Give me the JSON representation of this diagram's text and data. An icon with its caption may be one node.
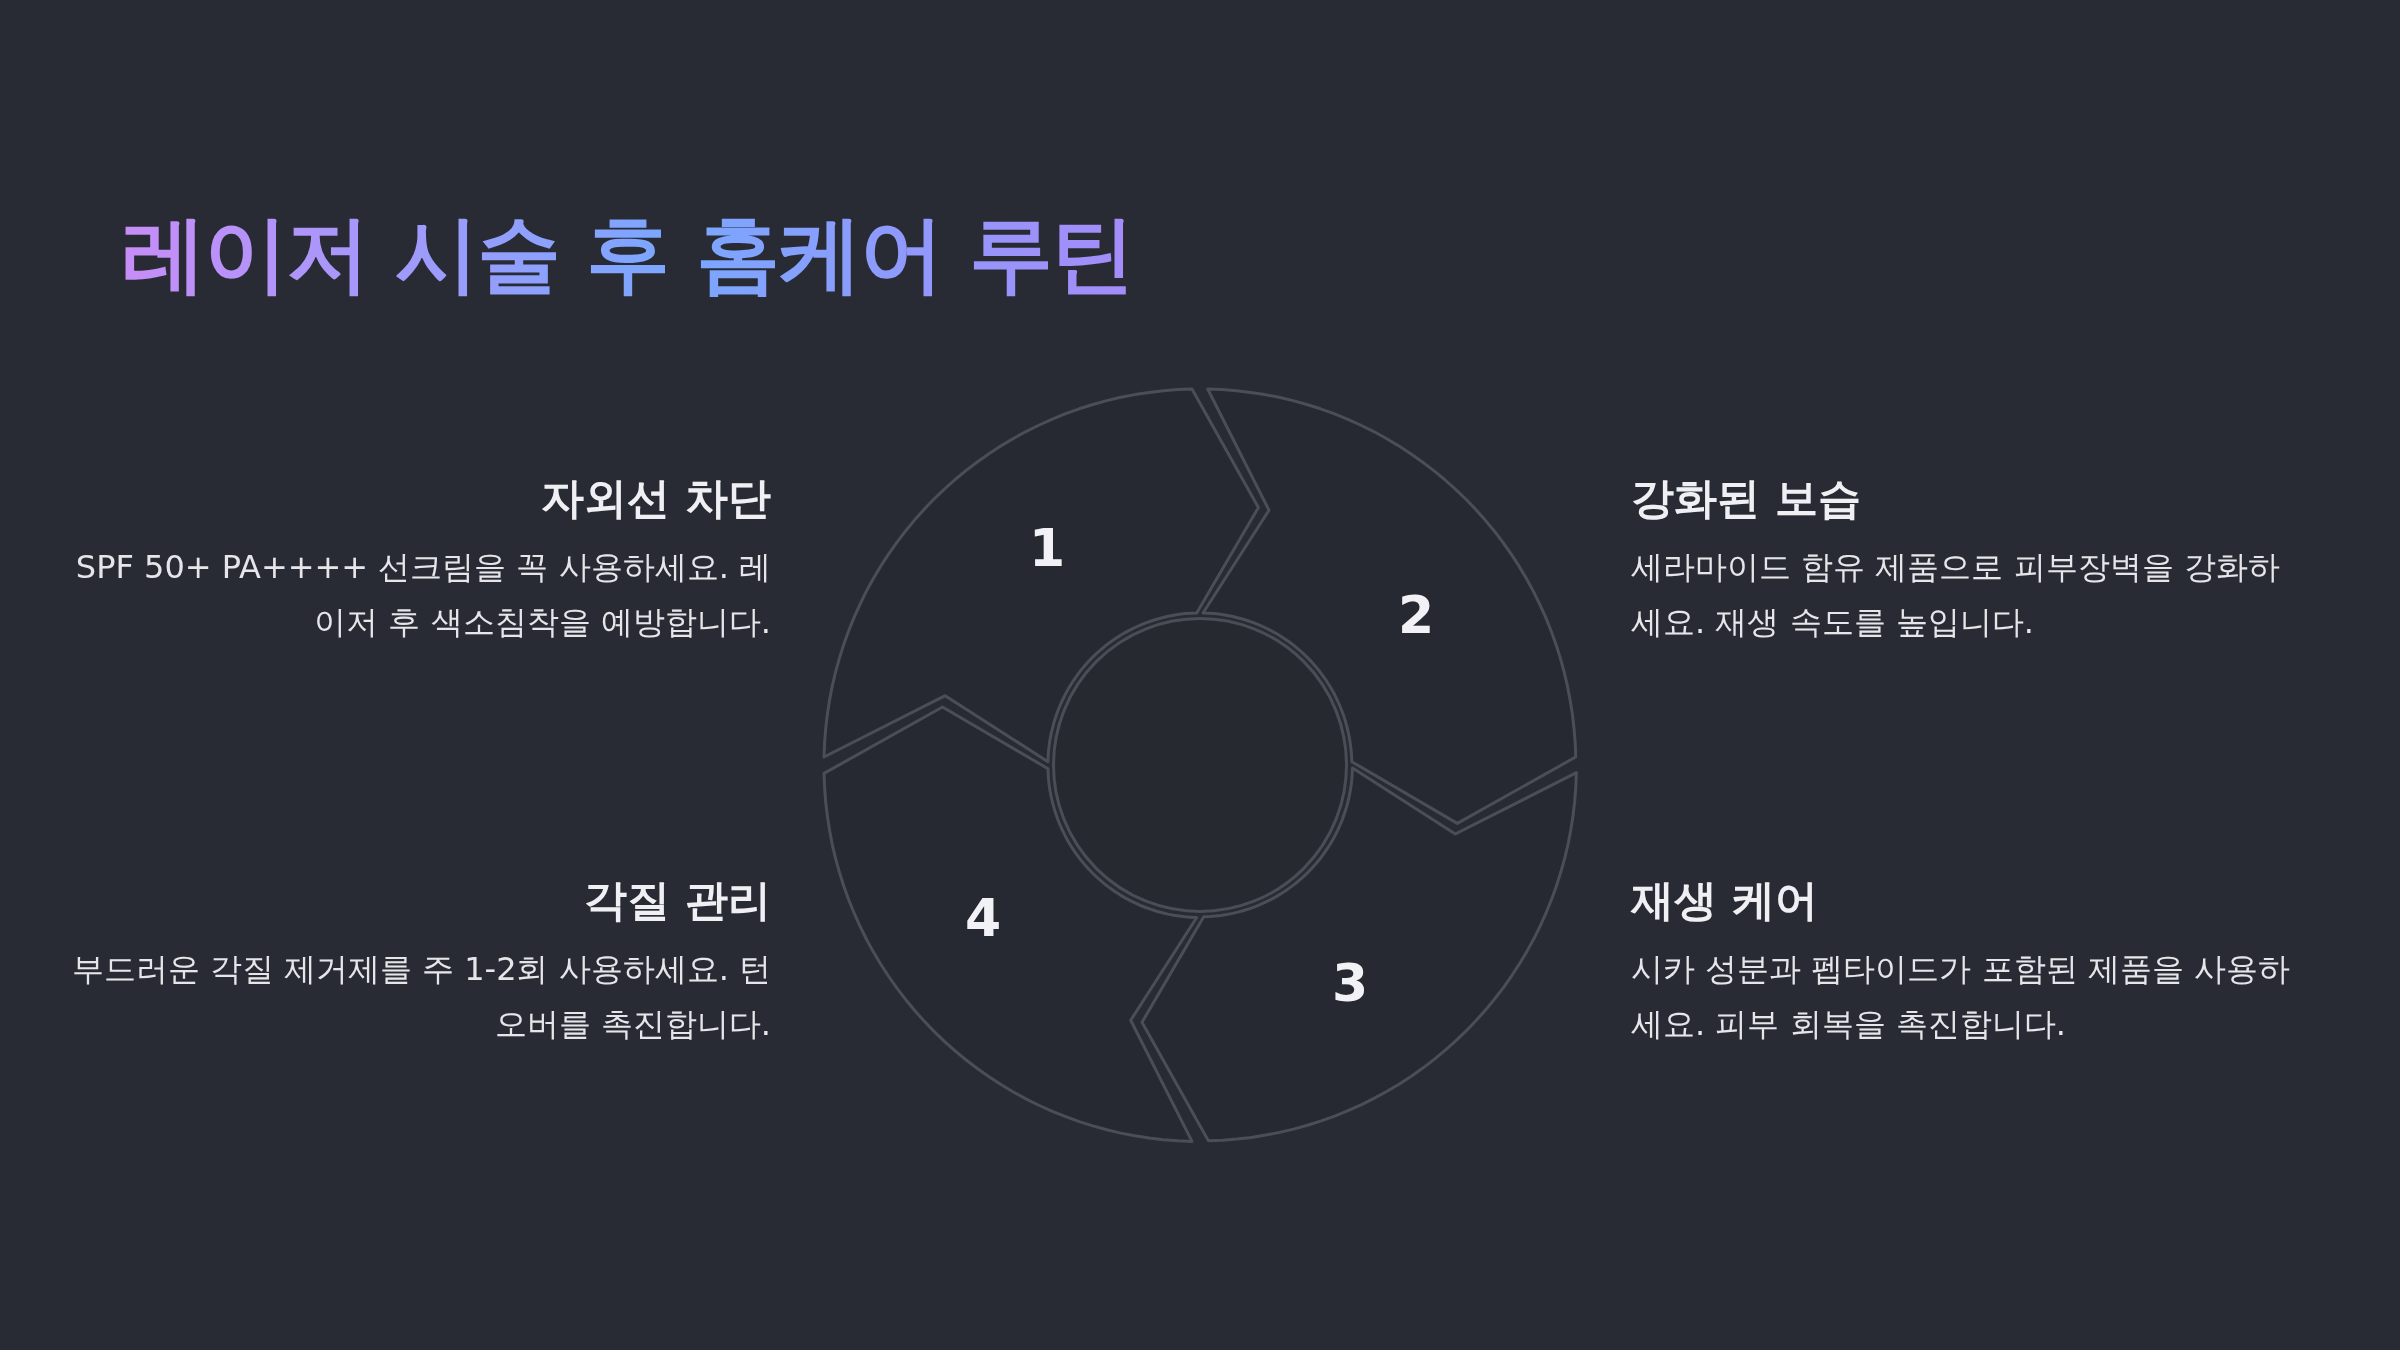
{
  "diagram": {
    "title": "레이저 시술 후 홈케어 루틴",
    "nodes": [
      {
        "text": [
          "1"
        ],
        "beside": [
          "자외선 차단",
          "SPF 50+ PA++++ 선크림을 꼭 사용하세요. 레이저 후 색소침착을 예방합니다."
        ]
      },
      {
        "text": [
          "2"
        ],
        "beside": [
          "강화된 보습",
          "세라마이드 함유 제품으로 피부장벽을 강화하세요. 재생 속도를 높입니다."
        ]
      },
      {
        "text": [
          "3"
        ],
        "beside": [
          "재생 케어",
          "시카 성분과 펩타이드가 포함된 제품을 사용하세요. 피부 회복을 촉진합니다."
        ]
      },
      {
        "text": [
          "4"
        ],
        "beside": [
          "각질 관리",
          "부드러운 각질 제거제를 주 1-2회 사용하세요. 턴오버를 촉진합니다."
        ]
      },
      {
        "text": [],
        "shape": "circle"
      }
    ]
  }
}
